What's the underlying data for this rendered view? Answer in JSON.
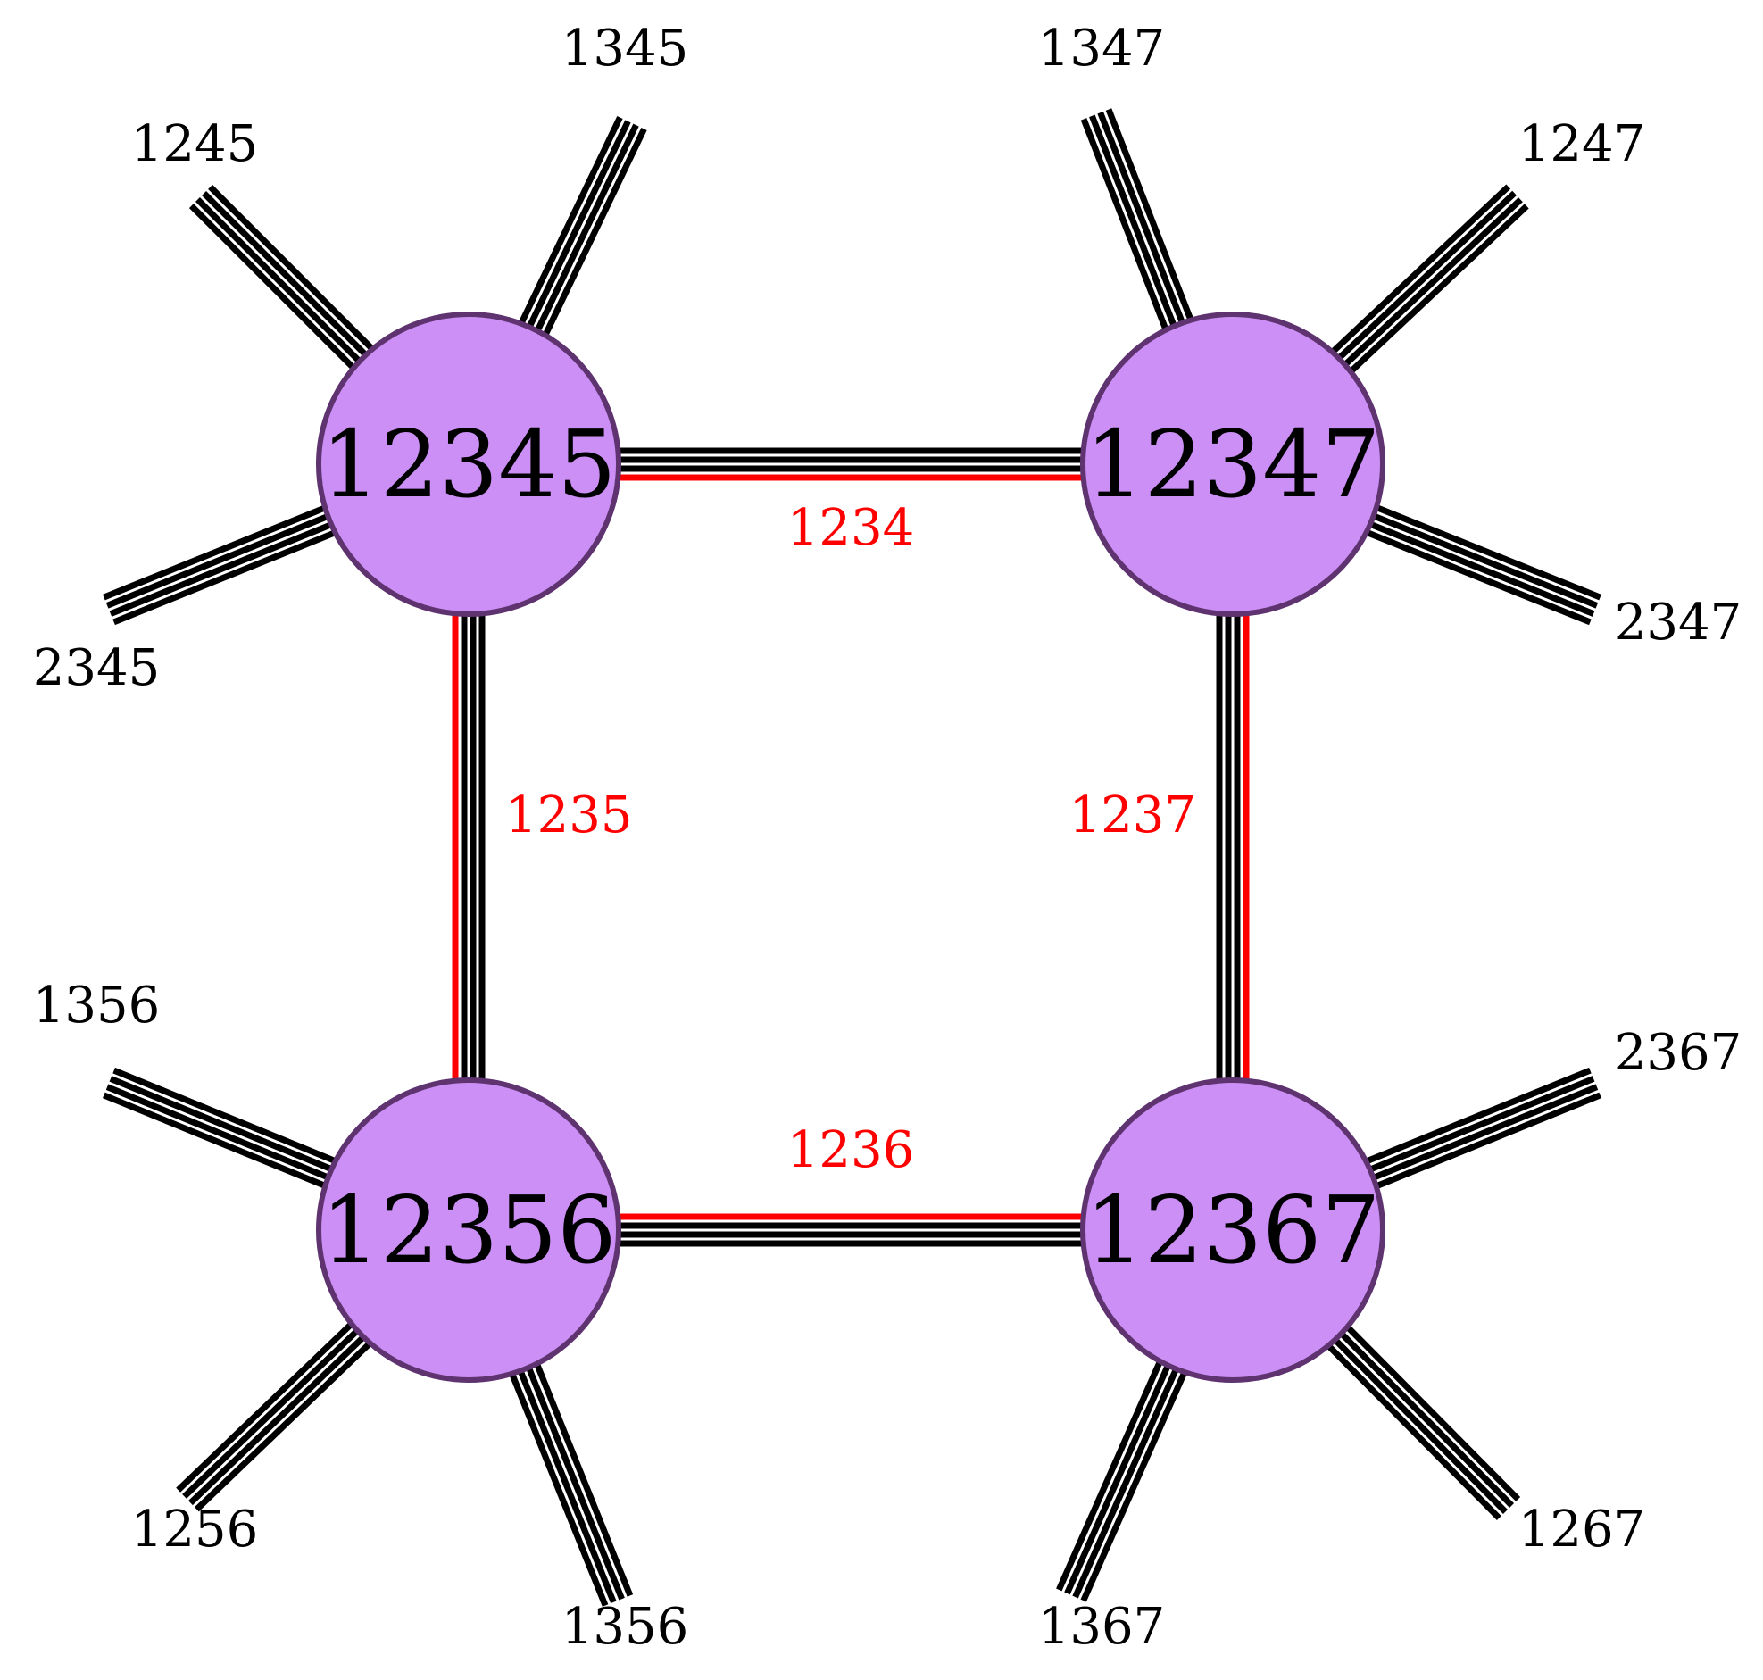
{
  "colors": {
    "node_fill": "#cc8ff5",
    "node_stroke": "#5e3370",
    "strand": "#000000",
    "highlight": "#ff0000"
  },
  "nodes": [
    {
      "id": "n1",
      "label": "12345"
    },
    {
      "id": "n2",
      "label": "12347"
    },
    {
      "id": "n3",
      "label": "12356"
    },
    {
      "id": "n4",
      "label": "12367"
    }
  ],
  "edges": [
    {
      "id": "e1",
      "from": "n1",
      "to": "n2",
      "label": "1234",
      "strands": 4,
      "highlighted": 1
    },
    {
      "id": "e2",
      "from": "n1",
      "to": "n3",
      "label": "1235",
      "strands": 4,
      "highlighted": 1
    },
    {
      "id": "e3",
      "from": "n2",
      "to": "n4",
      "label": "1237",
      "strands": 4,
      "highlighted": 1
    },
    {
      "id": "e4",
      "from": "n3",
      "to": "n4",
      "label": "1236",
      "strands": 4,
      "highlighted": 1
    }
  ],
  "legs": [
    {
      "node": "n1",
      "label": "1245",
      "strands": 4
    },
    {
      "node": "n1",
      "label": "1345",
      "strands": 4
    },
    {
      "node": "n1",
      "label": "2345",
      "strands": 4
    },
    {
      "node": "n2",
      "label": "1347",
      "strands": 4
    },
    {
      "node": "n2",
      "label": "1247",
      "strands": 4
    },
    {
      "node": "n2",
      "label": "2347",
      "strands": 4
    },
    {
      "node": "n3",
      "label": "1356",
      "strands": 4
    },
    {
      "node": "n3",
      "label": "1256",
      "strands": 4
    },
    {
      "node": "n3",
      "label": "1356",
      "strands": 4
    },
    {
      "node": "n4",
      "label": "2367",
      "strands": 4
    },
    {
      "node": "n4",
      "label": "1367",
      "strands": 4
    },
    {
      "node": "n4",
      "label": "1267",
      "strands": 4
    }
  ]
}
